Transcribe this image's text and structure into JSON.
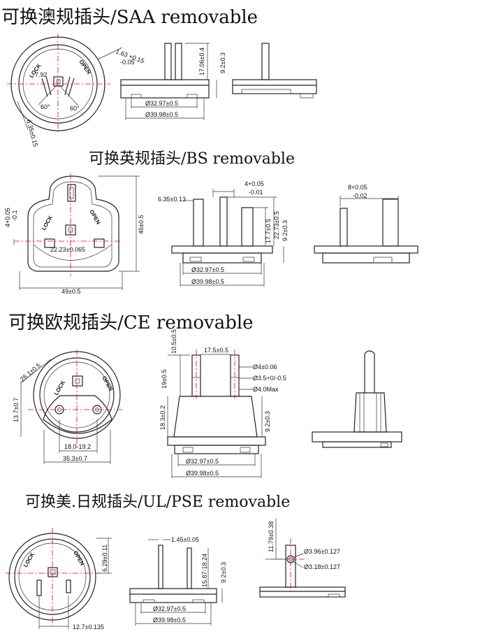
{
  "sections": {
    "saa": {
      "title": "可换澳规插头/SAA removable",
      "dims": {
        "d1": "1.63 +0.15",
        "d1b": "-0.05",
        "d2": "7.92",
        "a1": "60°",
        "a2": "60°",
        "d3": "6.35±0.15",
        "d4": "17.06±0.4",
        "d5": "9.2±0.3",
        "d6": "Ø32.97±0.5",
        "d7": "Ø39.98±0.5"
      },
      "labels": {
        "lock": "LOCK",
        "open": "OPEN"
      }
    },
    "bs": {
      "title": "可换英规插头/BS removable",
      "dims": {
        "d1": "4+0.05",
        "d1b": "-0.1",
        "d2": "22.23±0.065",
        "d3": "46±0.5",
        "d4": "49±0.5",
        "d5": "4+0.05",
        "d5b": "-0.01",
        "d6": "6.35±0.13",
        "d7": "17.7±0.5",
        "d8": "22.73±0.5",
        "d9": "9.2±0.3",
        "d10": "Ø32.97±0.5",
        "d11": "Ø39.98±0.5",
        "d12": "8+0.05",
        "d12b": "-0.02"
      },
      "labels": {
        "lock": "LOCK",
        "open": "OPEN"
      }
    },
    "ce": {
      "title": "可换欧规插头/CE removable",
      "dims": {
        "d1": "26.1±0.5",
        "d2": "13.7±0.7",
        "d3": "18.0-19.2",
        "d4": "35.3±0.7",
        "d5": "10.5±0.5",
        "d6": "17.5±0.5",
        "d7": "19±0.5",
        "d8": "Ø4±0.06",
        "d9": "Ø3.5+0/-0.5",
        "d10": "Ø4.0Max",
        "d11": "18.3±0.2",
        "d12": "9.2±0.3",
        "d13": "Ø32.97±0.5",
        "d14": "Ø39.98±0.5"
      },
      "labels": {
        "lock": "LOCK",
        "open": "OPEN"
      }
    },
    "ul": {
      "title": "可换美.日规插头/UL/PSE removable",
      "dims": {
        "d1": "6.29±0.11",
        "d2": "12.7±0.135",
        "d3": "1.45±0.05",
        "d4": "15.87-18.24",
        "d5": "9.2±0.3",
        "d6": "Ø32.97±0.5",
        "d7": "Ø39.98±0.5",
        "d8": "11.79±0.38",
        "d9": "Ø3.96±0.127",
        "d10": "Ø3.18±0.127"
      },
      "labels": {
        "lock": "LOCK",
        "open": "OPEN"
      }
    }
  }
}
